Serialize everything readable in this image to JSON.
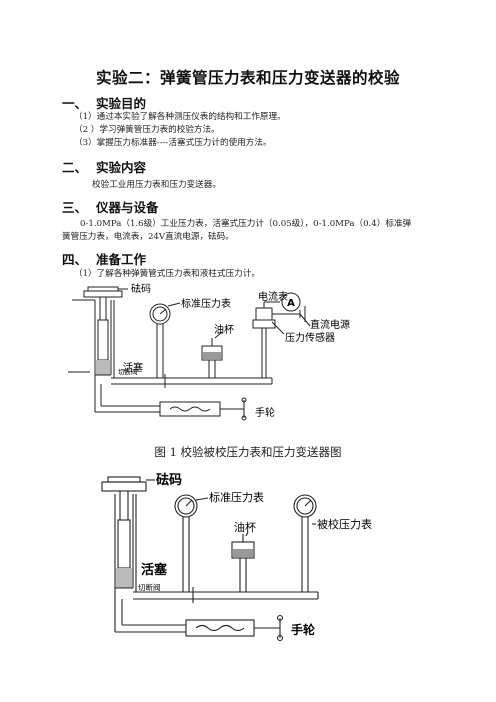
{
  "doc": {
    "title": "实验二：弹簧管压力表和压力变送器的校验",
    "sections": [
      {
        "num": "一、",
        "heading": "实验目的"
      },
      {
        "num": "二、",
        "heading": "实验内容"
      },
      {
        "num": "三、",
        "heading": "仪器与设备"
      },
      {
        "num": "四、",
        "heading": "准备工作"
      }
    ],
    "purpose_items": [
      "（1）通过本实验了解各种测压仪表的结构和工作原理。",
      "（2 ）学习弹簧管压力表的校验方法。",
      "（3）掌握压力标准器----活塞式压力计的使用方法。"
    ],
    "content_text": "校验工业用压力表和压力变送器。",
    "equipment_line1": "0-1.0MPa（1.6级）工业压力表，活塞式压力计（0.05级），0-1.0MPa（0.4）标准弹",
    "equipment_line2": "簧管压力表，电流表，24V直流电源，砝码。",
    "prep_item1": "（1）了解各种弹簧管式压力表和液柱式压力计。",
    "figure1": {
      "weight": "砝码",
      "std_gauge": "标准压力表",
      "ammeter": "电流表",
      "ammeter_symbol": "A",
      "oil_cup": "油杯",
      "dc_power": "直流电源",
      "piston": "活塞",
      "sensor": "压力传感器",
      "valve": "切断阀",
      "handwheel": "手轮"
    },
    "figure1_caption": "图 1    校验被校压力表和压力变送器图",
    "figure2": {
      "weight": "砝码",
      "std_gauge": "标准压力表",
      "oil_cup": "油杯",
      "test_gauge": "被校压力表",
      "piston": "活塞",
      "valve": "切断阀",
      "handwheel": "手轮"
    }
  }
}
